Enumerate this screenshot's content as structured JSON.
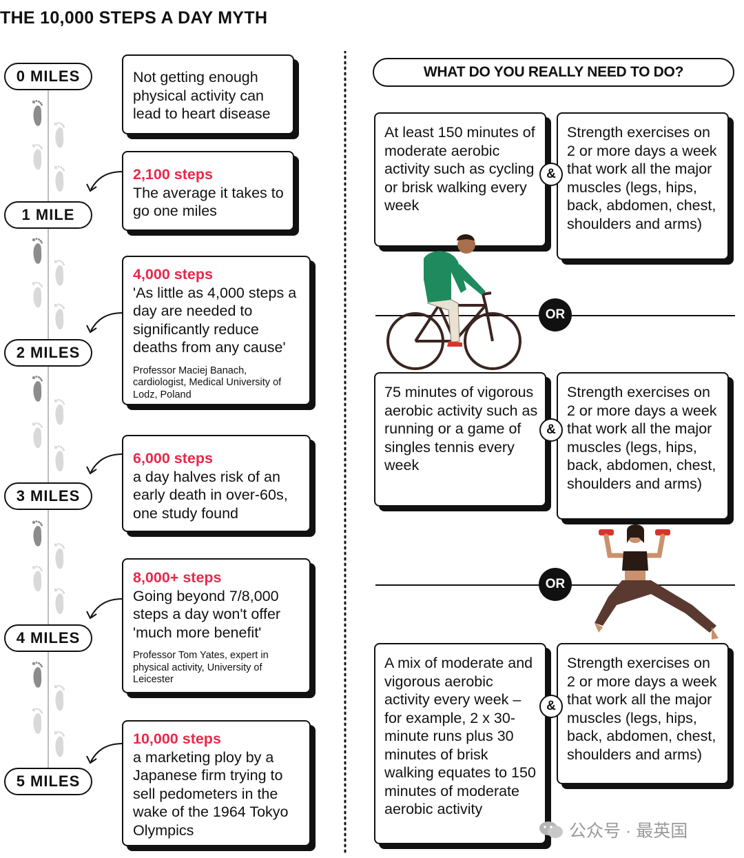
{
  "title": "THE 10,000 STEPS A DAY MYTH",
  "miles": [
    "0 MILES",
    "1 MILE",
    "2 MILES",
    "3 MILES",
    "4 MILES",
    "5 MILES"
  ],
  "facts": [
    {
      "highlight": "",
      "text": "Not getting enough physical activity can lead to heart disease",
      "source": ""
    },
    {
      "highlight": "2,100 steps",
      "text": "The average it takes to go one miles",
      "source": ""
    },
    {
      "highlight": "4,000 steps",
      "text": "'As little as 4,000 steps a day are needed to significantly reduce deaths from any cause'",
      "source": "Professor Maciej Banach, cardiologist, Medical University of Lodz, Poland"
    },
    {
      "highlight": "6,000 steps",
      "text": "a day halves risk of an early death in over-60s, one study found",
      "source": ""
    },
    {
      "highlight": "8,000+ steps",
      "text": "Going beyond 7/8,000 steps a day won't offer 'much more benefit'",
      "source": "Professor Tom Yates, expert in physical activity, University of Leicester"
    },
    {
      "highlight": "10,000 steps",
      "text": "a marketing ploy by a Japanese firm trying to sell pedometers in the wake of the 1964 Tokyo Olympics",
      "source": ""
    }
  ],
  "right": {
    "title": "WHAT DO YOU REALLY NEED TO DO?",
    "amp": "&",
    "or": "OR",
    "options": [
      {
        "aerobic": "At least 150 minutes of moderate aerobic activity such as cycling or brisk walking every week",
        "strength": "Strength exercises on 2 or more days a week that work all the major muscles (legs, hips, back, abdomen, chest, shoulders and arms)"
      },
      {
        "aerobic": "75 minutes of vigorous aerobic activity such as running or a game of singles tennis every week",
        "strength": "Strength exercises on 2 or more days a week that work all the major muscles (legs, hips, back, abdomen, chest, shoulders and arms)"
      },
      {
        "aerobic": "A mix of moderate and vigorous aerobic activity every week – for example, 2 x 30-minute runs plus 30 minutes of brisk walking equates to 150 minutes of moderate aerobic activity",
        "strength": "Strength exercises on 2 or more days a week that work all the major muscles (legs, hips, back, abdomen, chest, shoulders and arms)"
      }
    ]
  },
  "watermark": "公众号 · 最英国",
  "colors": {
    "highlight": "#e8294a",
    "ink": "#111111",
    "footprint": "#9b9b9b"
  },
  "icons": [
    "footprint-icon",
    "curved-arrow-icon",
    "cyclist-illustration",
    "dumbbell-woman-illustration",
    "wechat-icon"
  ]
}
